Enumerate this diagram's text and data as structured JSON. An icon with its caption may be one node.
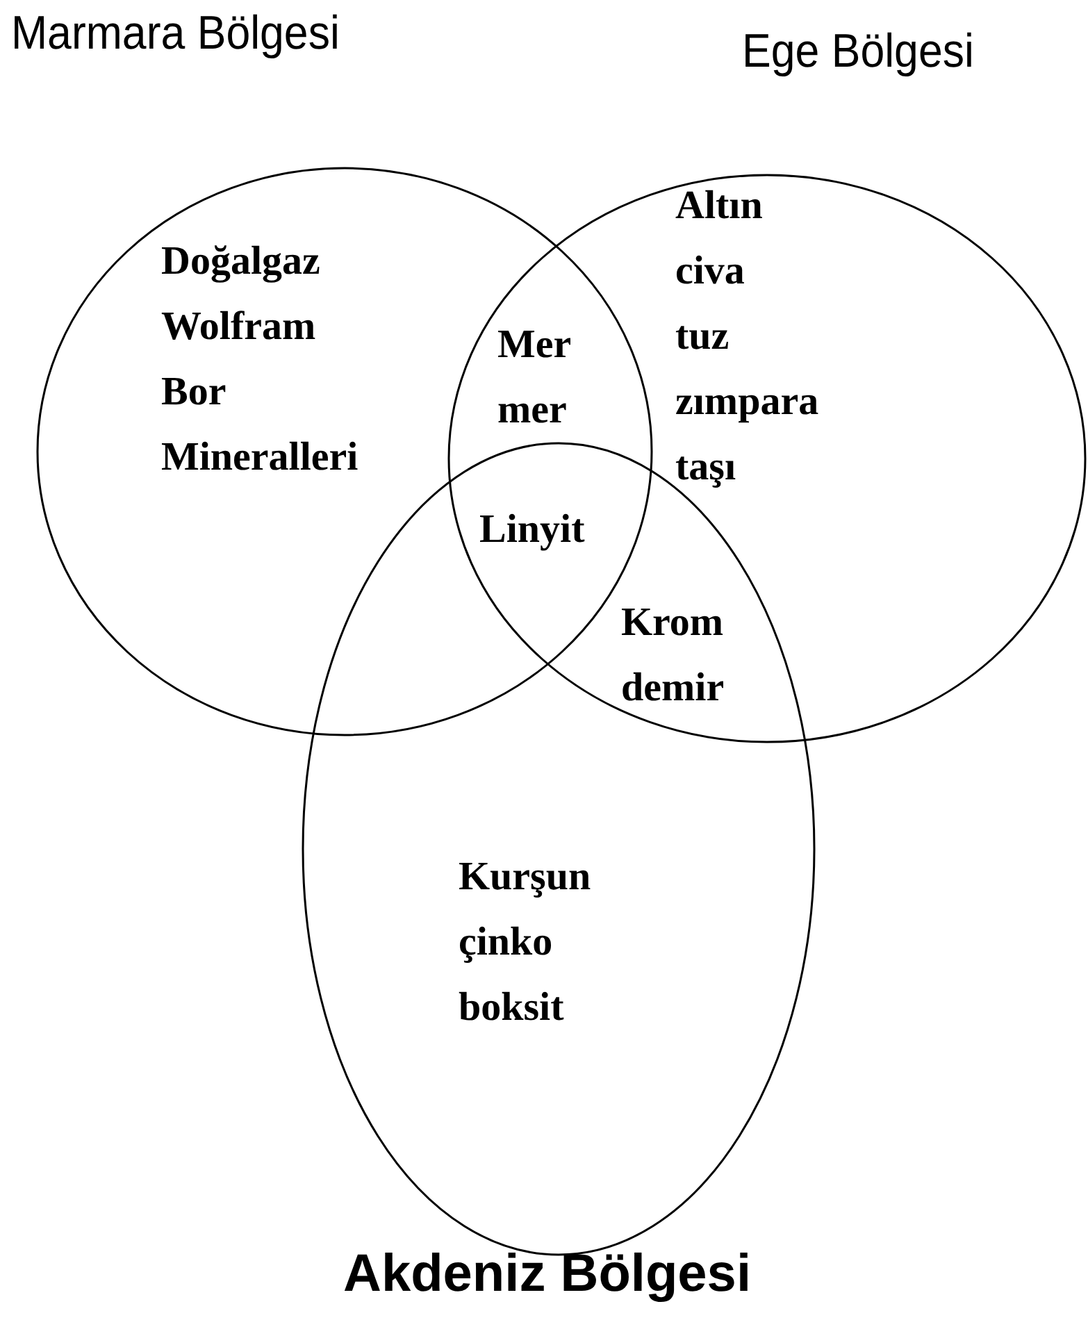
{
  "diagram": {
    "nodes": [
      {
        "text": [
          "Marmara Bölgesi",
          "Doğalgaz Wolfram Bor Mineralleri"
        ]
      },
      {
        "text": [
          "Ege Bölgesi",
          "Altın civa tuz zımpara taşı"
        ]
      },
      {
        "text": [
          "Kurşun çinko boksit",
          "Akdeniz Bölgesi"
        ]
      }
    ],
    "edges": [],
    "labels": [
      "Mer mer",
      "Linyit",
      "Krom demir"
    ]
  }
}
